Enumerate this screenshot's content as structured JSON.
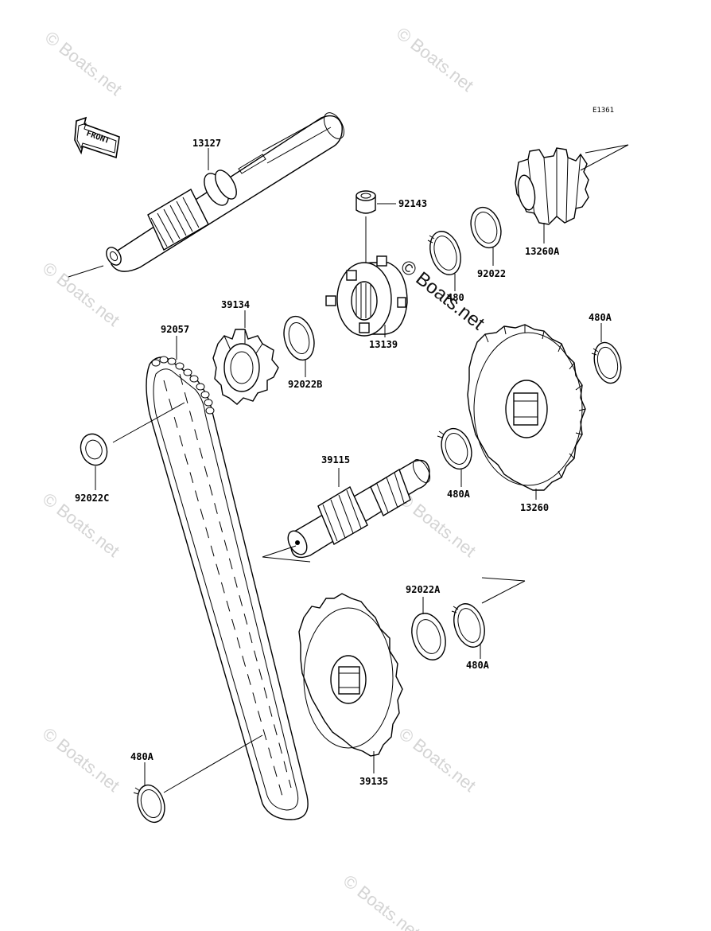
{
  "diagram_code": "E1361",
  "front_label": "FRONT",
  "watermarks": [
    "© Boats.net",
    "© Boats.net",
    "© Boats.net",
    "© Boats.net",
    "© Boats.net",
    "© Boats.net",
    "© Boats.net",
    "© Boats.net",
    "© Boats.net"
  ],
  "part_labels": {
    "p13127": "13127",
    "p92143": "92143",
    "p13260A": "13260A",
    "p92022": "92022",
    "p480": "480",
    "p13139": "13139",
    "p39134": "39134",
    "p92022B": "92022B",
    "p92057": "92057",
    "p480A_top": "480A",
    "p92022C": "92022C",
    "p39115": "39115",
    "p480A_mid": "480A",
    "p13260": "13260",
    "p92022A": "92022A",
    "p480A_low": "480A",
    "p480A_bottom": "480A",
    "p39135": "39135"
  }
}
